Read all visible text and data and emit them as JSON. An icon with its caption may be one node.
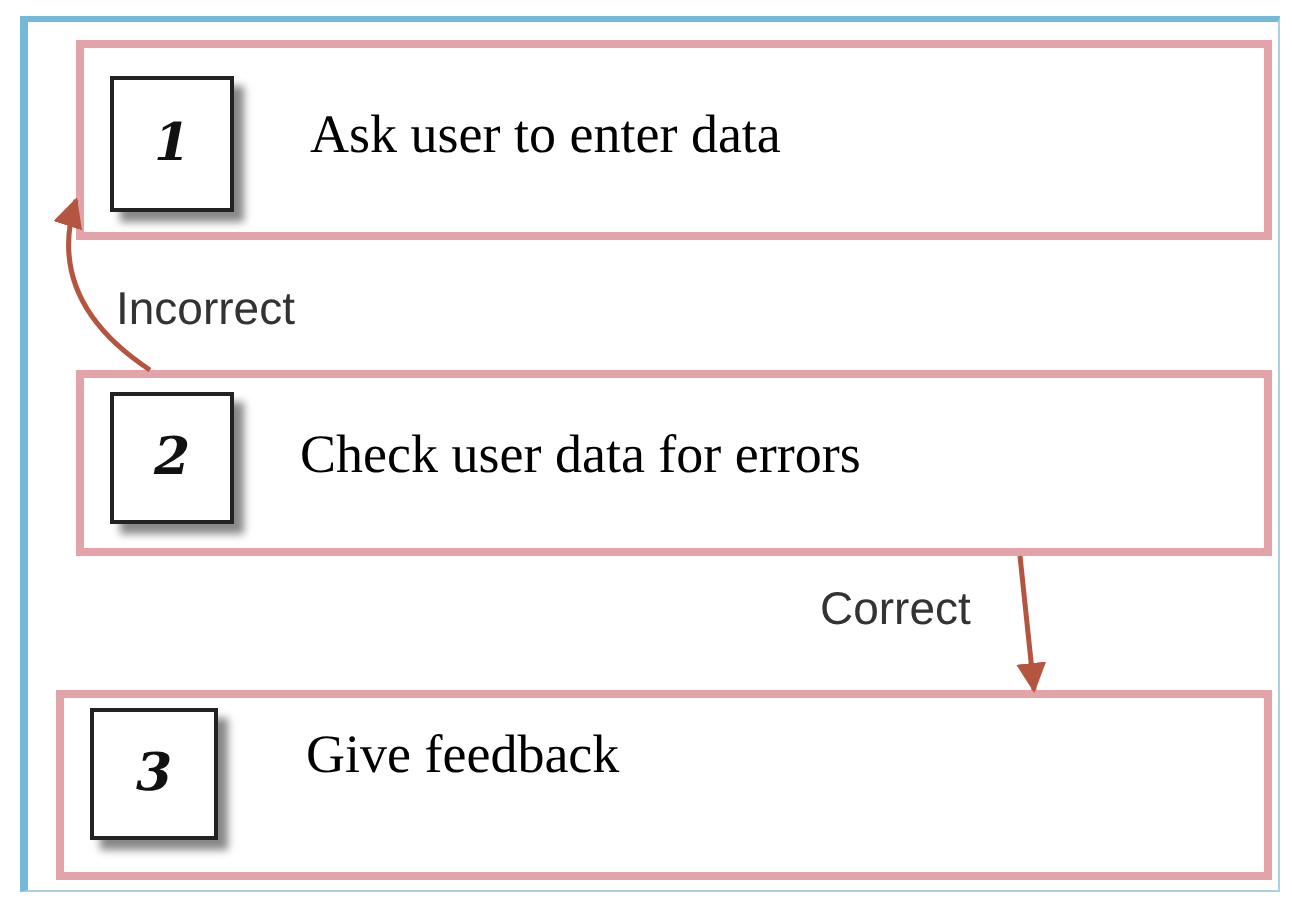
{
  "diagram": {
    "nodes": [
      {
        "text": [
          "Ask user to enter data"
        ]
      },
      {
        "text": [
          "1"
        ],
        "in": 0
      },
      {
        "text": [
          "Check user data for errors"
        ]
      },
      {
        "text": [
          "2"
        ],
        "in": 2
      },
      {
        "text": [
          "Give feedback"
        ]
      },
      {
        "text": [
          "3"
        ],
        "in": 4
      }
    ],
    "edges": [
      {
        "from": 2,
        "to": 0,
        "arrow": "to",
        "label": "Incorrect"
      },
      {
        "from": 2,
        "to": 4,
        "arrow": "to",
        "label": "Correct"
      }
    ]
  }
}
